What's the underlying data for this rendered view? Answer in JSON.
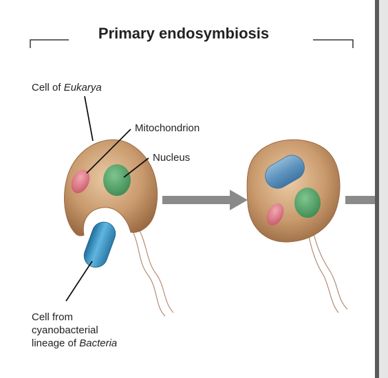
{
  "title": "Primary endosymbiosis",
  "labels": {
    "cell_eukarya_prefix": "Cell of ",
    "cell_eukarya_italic": "Eukarya",
    "mitochondrion": "Mitochondrion",
    "nucleus": "Nucleus",
    "bacteria_line1": "Cell from",
    "bacteria_line2": "cyanobacterial",
    "bacteria_line3_prefix": "lineage of ",
    "bacteria_line3_italic": "Bacteria"
  },
  "colors": {
    "cell_body": "#c99a6d",
    "cell_edge": "#9a6a43",
    "mitochondrion": "#d9727f",
    "nucleus": "#4f9a62",
    "cyanobacterium": "#3d8fbf",
    "arrow": "#8a8a8a",
    "divider": "#555555",
    "flagellum": "#b58b73"
  }
}
